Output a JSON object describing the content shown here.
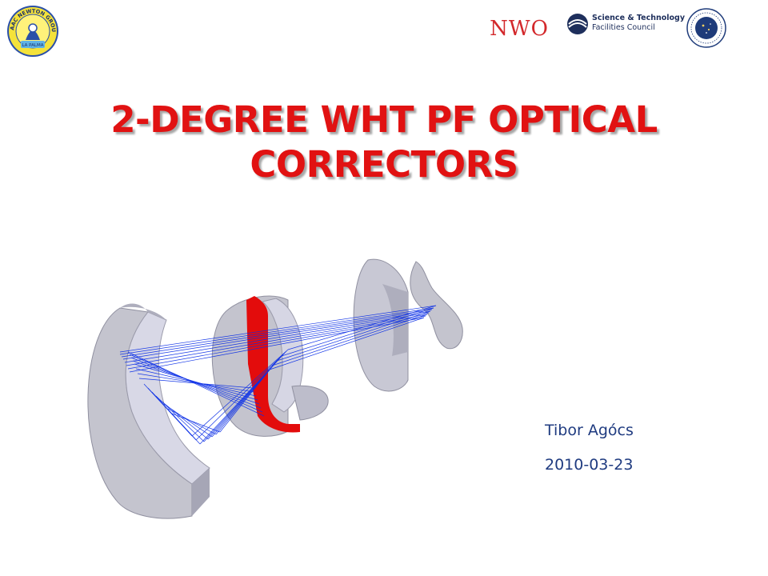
{
  "slide": {
    "title_line1": "2-degree WHT PF Optical",
    "title_line2": "Correctors",
    "author": "Tibor Agócs",
    "date": "2010-03-23"
  },
  "logos": {
    "ing": {
      "text_top": "ISAAC NEWTON GROUP",
      "text_bottom": "LA PALMA"
    },
    "nwo": {
      "text": "NWO"
    },
    "stfc": {
      "line1": "Science & Technology",
      "line2": "Facilities Council"
    }
  },
  "colors": {
    "title": "#e11212",
    "meta_text": "#1f3b80",
    "lens": "#c8c8d2",
    "rays": "#0a2ee6",
    "ring": "#e00c0c"
  },
  "icons": {
    "ing_logo": "ing-crest-icon",
    "nwo_logo": "nwo-logo-icon",
    "stfc_logo": "stfc-emblem-icon",
    "inaf_logo": "inaf-seal-icon"
  }
}
